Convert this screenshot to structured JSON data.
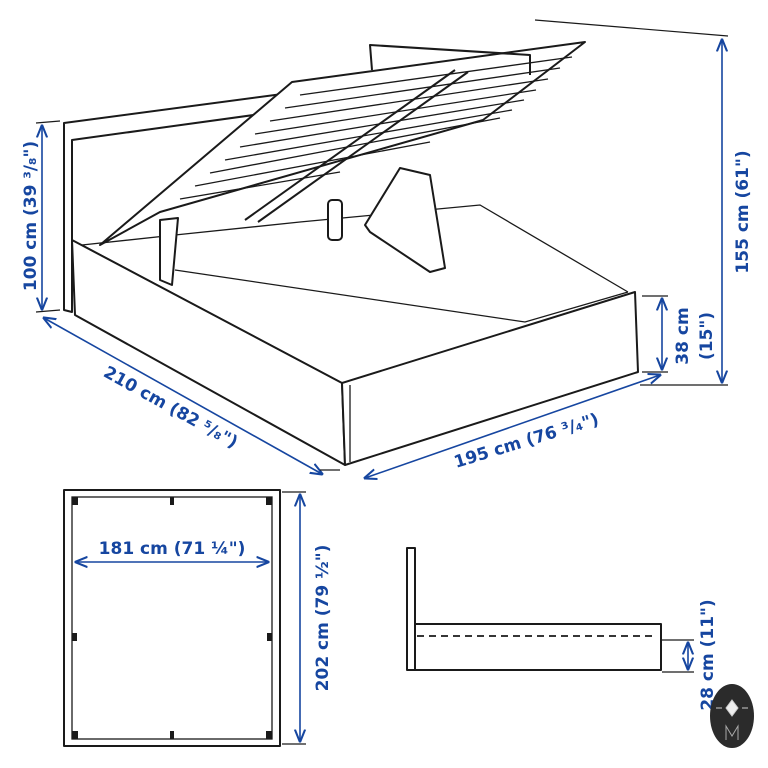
{
  "colors": {
    "dimension": "#1646a0",
    "outline": "#1a1a1a",
    "logo": "#2b2b2b"
  },
  "perspective_view": {
    "headboard_height": "100 cm (39 ³/₈\")",
    "length": "210 cm (82 ⁵/₈\")",
    "width": "195 cm (76 ³/₄\")",
    "total_height_open": "155 cm (61\")",
    "frame_height_metric": "38 cm",
    "frame_height_imperial": "(15\")"
  },
  "top_view": {
    "inner_width": "181 cm (71 ¼\")",
    "inner_length": "202 cm (79 ½\")"
  },
  "side_view": {
    "storage_height": "28 cm (11\")"
  }
}
